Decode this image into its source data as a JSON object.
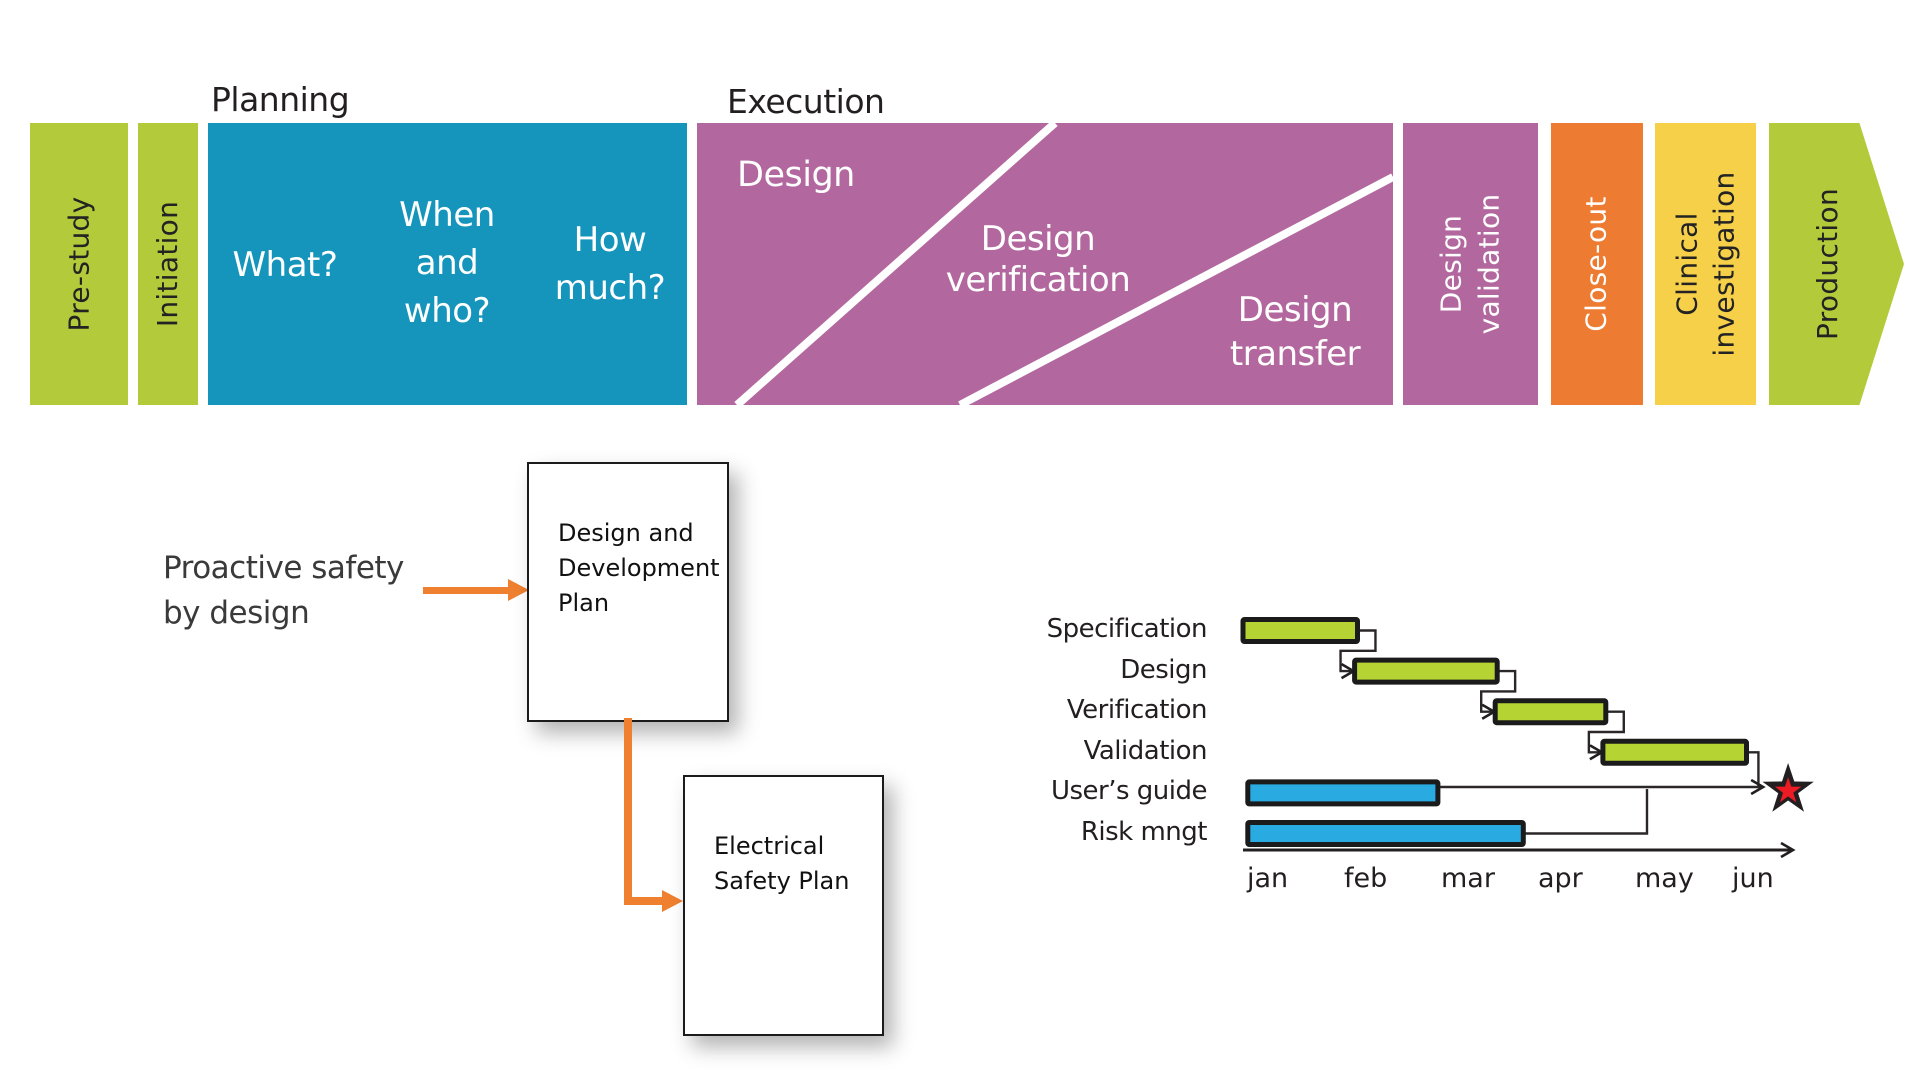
{
  "band": {
    "planning_label": "Planning",
    "execution_label": "Execution",
    "colors": {
      "green": "#b3cb3b",
      "teal": "#1594bc",
      "purple": "#b2689e",
      "orange": "#ed7b31",
      "yellow": "#f6d049"
    },
    "blocks": {
      "pre_study": "Pre-study",
      "initiation": "Initiation",
      "what": "What?",
      "when": [
        "When",
        "and",
        "who?"
      ],
      "how": [
        "How",
        "much?"
      ],
      "design": "Design",
      "design_verification": [
        "Design",
        "verification"
      ],
      "design_transfer": [
        "Design",
        "transfer"
      ],
      "design_validation": [
        "Design",
        "validation"
      ],
      "close_out": "Close-out",
      "clinical_investigation": [
        "Clinical",
        "investigation"
      ],
      "production": "Production"
    }
  },
  "safety_flow": {
    "note": [
      "Proactive safety",
      "by design"
    ],
    "box1": [
      "Design and",
      "Development",
      "Plan"
    ],
    "box2": [
      "Electrical",
      "Safety Plan"
    ],
    "arrow_color": "#ef8030"
  },
  "chart_data": {
    "type": "gantt",
    "title": "",
    "months": [
      "jan",
      "feb",
      "mar",
      "apr",
      "may",
      "jun"
    ],
    "axis": {
      "orientation": "horizontal",
      "range": [
        "jan",
        "jun"
      ],
      "arrow": true,
      "grid": false
    },
    "bar_colors": {
      "green": "#b5d434",
      "blue": "#29abe2"
    },
    "tasks": [
      {
        "name": "Specification",
        "start": 0.0,
        "end": 1.18,
        "color": "green"
      },
      {
        "name": "Design",
        "start": 1.15,
        "end": 2.62,
        "color": "green"
      },
      {
        "name": "Verification",
        "start": 2.6,
        "end": 3.74,
        "color": "green"
      },
      {
        "name": "Validation",
        "start": 3.71,
        "end": 5.19,
        "color": "green"
      },
      {
        "name": "User’s guide",
        "start": 0.05,
        "end": 2.01,
        "color": "blue"
      },
      {
        "name": "Risk mngt",
        "start": 0.05,
        "end": 2.89,
        "color": "blue"
      }
    ],
    "milestone": {
      "shape": "star",
      "at_month": 5.62,
      "outer_color": "#231f20",
      "inner_color": "#ed1c24"
    }
  }
}
